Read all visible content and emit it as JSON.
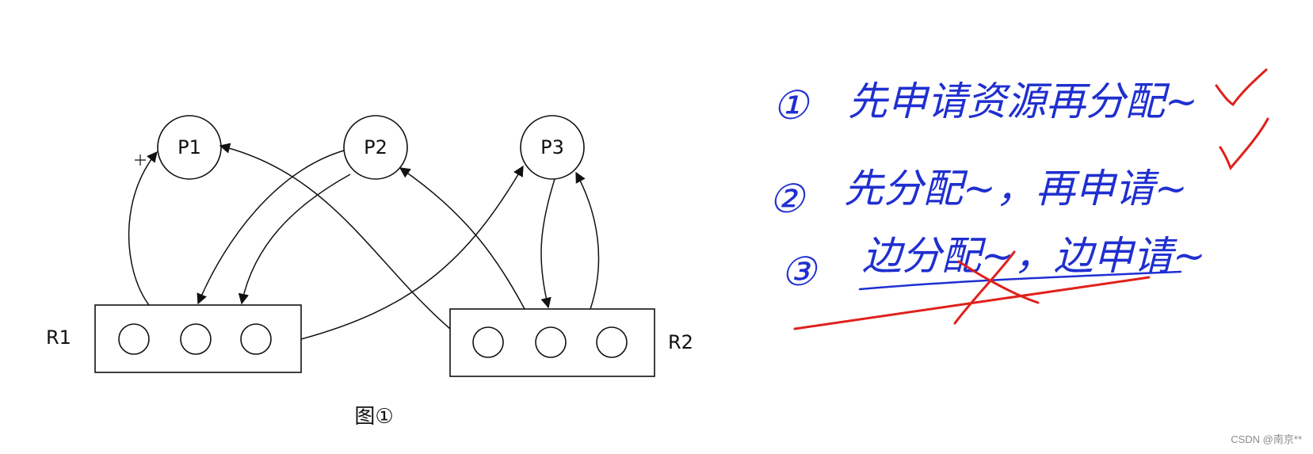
{
  "diagram": {
    "processes": [
      {
        "id": "p1",
        "label": "P1"
      },
      {
        "id": "p2",
        "label": "P2"
      },
      {
        "id": "p3",
        "label": "P3"
      }
    ],
    "resources": [
      {
        "id": "r1",
        "label": "R1",
        "instances": 3
      },
      {
        "id": "r2",
        "label": "R2",
        "instances": 3
      }
    ],
    "caption": "图①"
  },
  "notes": {
    "items": [
      {
        "number": "①",
        "text": "先申请资源再分配~"
      },
      {
        "number": "②",
        "text": "先分配~，再申请~"
      },
      {
        "number": "③",
        "text": "边分配~，边申请~"
      }
    ],
    "ink_color": "#1f2fd0",
    "mark_color": "#e0201b"
  },
  "watermark": "CSDN @南京**"
}
